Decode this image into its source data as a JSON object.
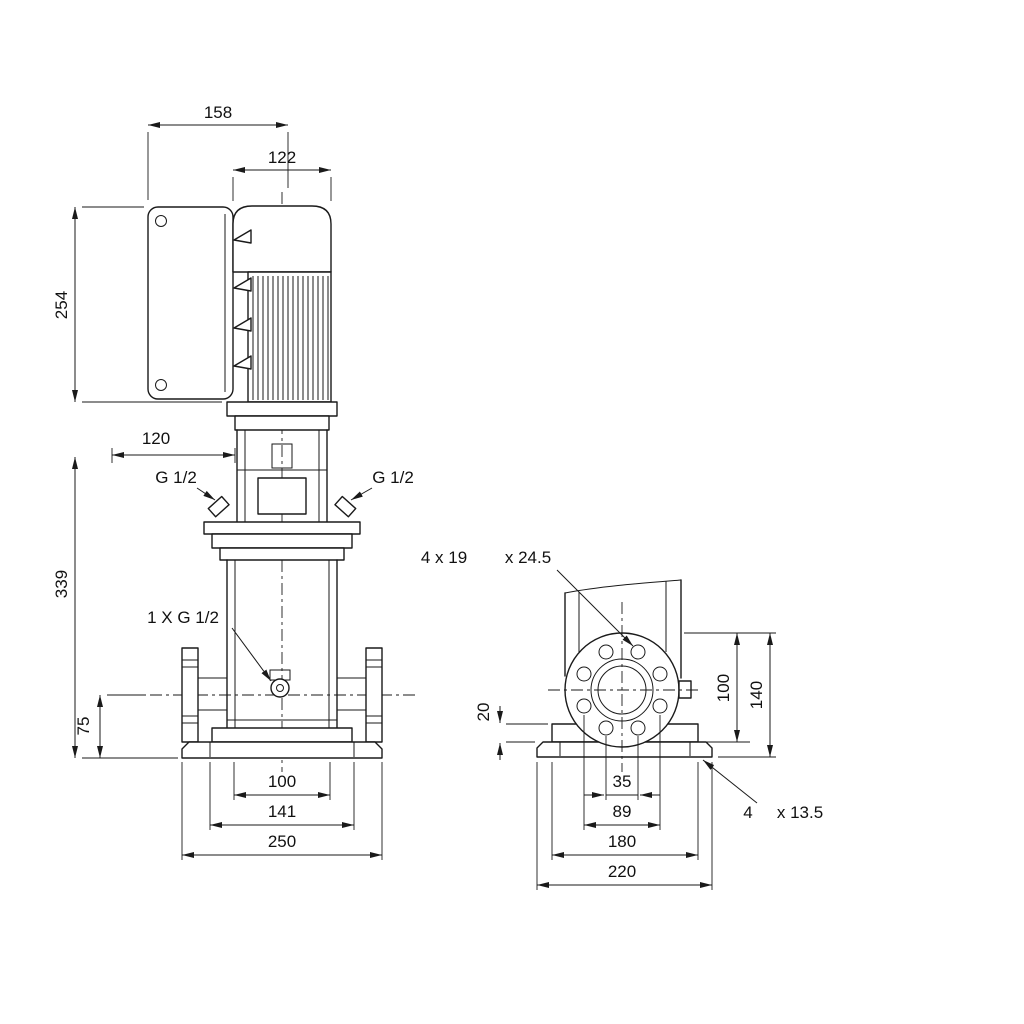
{
  "style": {
    "background": "#ffffff",
    "ink": "#1a1a1a"
  },
  "left_view": {
    "dims": {
      "overall_width": "158",
      "motor_width": "122",
      "motor_height": "254",
      "head_clearance": "120",
      "pump_height": "339",
      "port_height": "75",
      "base_holes_span": "100",
      "base_slot_span": "141",
      "base_width": "250"
    },
    "labels": {
      "plug_left": "G 1/2",
      "plug_right": "G 1/2",
      "drain_plug": "1 X G 1/2"
    }
  },
  "right_view": {
    "dims": {
      "flange_to_base_top": "100",
      "flange_to_base_bottom": "140",
      "base_step_height": "20",
      "bolt_span_inner": "35",
      "bolt_span_outer": "89",
      "base_top_width": "180",
      "base_bottom_width": "220"
    },
    "labels": {
      "flange_holes_a": "4 x 19",
      "flange_holes_b": "x 24.5",
      "foot_holes_a": "4",
      "foot_holes_b": "x 13.5"
    }
  }
}
